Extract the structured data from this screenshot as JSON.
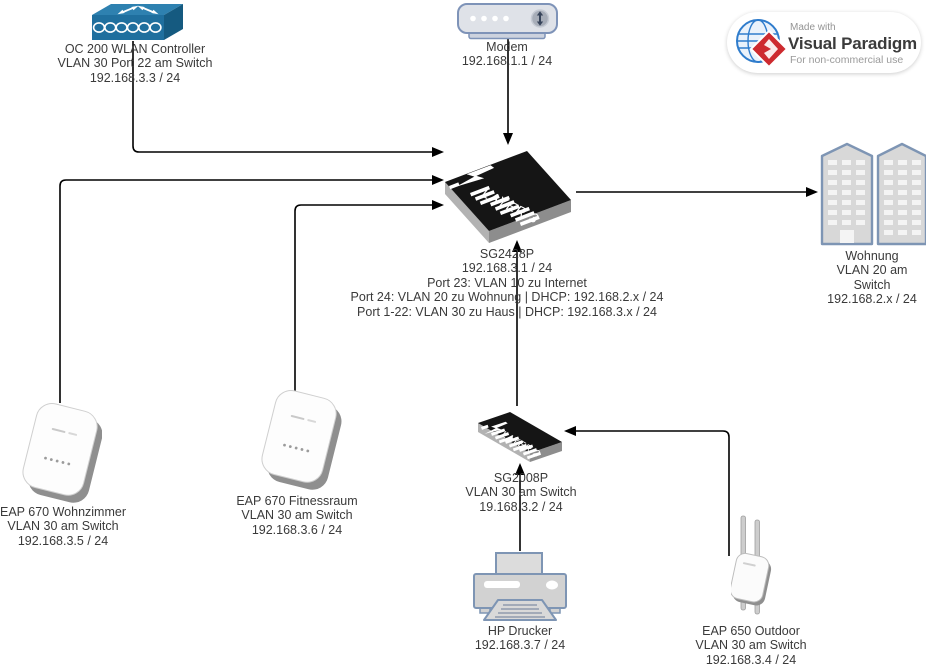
{
  "watermark": {
    "made_with": "Made with",
    "brand": "Visual Paradigm",
    "subtitle": "For non-commercial use"
  },
  "nodes": {
    "oc200": {
      "name": "OC 200 WLAN Controller",
      "lines": [
        "OC 200 WLAN Controller",
        "VLAN 30 Port 22 am Switch",
        "192.168.3.3 / 24"
      ]
    },
    "modem": {
      "name": "Modem",
      "lines": [
        "Modem",
        "192.168.1.1 / 24"
      ]
    },
    "sg2428p": {
      "name": "SG2428P",
      "device_text": "LAYER 3",
      "lines": [
        "SG2428P",
        "192.168.3.1 / 24",
        "Port 23: VLAN 10 zu Internet",
        "Port 24: VLAN 20 zu Wohnung | DHCP: 192.168.2.x / 24",
        "Port 1-22: VLAN 30 zu Haus | DHCP: 192.168.3.x / 24"
      ]
    },
    "wohnung": {
      "name": "Wohnung",
      "lines": [
        "Wohnung",
        "VLAN 20 am",
        "Switch",
        "192.168.2.x / 24"
      ]
    },
    "eap670_wohnzimmer": {
      "name": "EAP 670 Wohnzimmer",
      "lines": [
        "EAP 670 Wohnzimmer",
        "VLAN 30 am Switch",
        "192.168.3.5 / 24"
      ]
    },
    "eap670_fitnessraum": {
      "name": "EAP 670 Fitnessraum",
      "lines": [
        "EAP 670 Fitnessraum",
        "VLAN 30 am Switch",
        "192.168.3.6 / 24"
      ]
    },
    "sg2008p": {
      "name": "SG2008P",
      "device_text": "LAYER 2",
      "lines": [
        "SG2008P",
        "VLAN 30 am Switch",
        "19.168.3.2 / 24"
      ]
    },
    "hp_drucker": {
      "name": "HP Drucker",
      "lines": [
        "HP Drucker",
        "192.168.3.7 / 24"
      ]
    },
    "eap650_outdoor": {
      "name": "EAP 650 Outdoor",
      "lines": [
        "EAP 650 Outdoor",
        "VLAN 30 am Switch",
        "192.168.3.4 / 24"
      ]
    }
  },
  "edges": [
    {
      "from": "OC 200 WLAN Controller",
      "to": "SG2428P"
    },
    {
      "from": "Modem",
      "to": "SG2428P"
    },
    {
      "from": "EAP 670 Wohnzimmer",
      "to": "SG2428P"
    },
    {
      "from": "EAP 670 Fitnessraum",
      "to": "SG2428P"
    },
    {
      "from": "SG2428P",
      "to": "Wohnung"
    },
    {
      "from": "SG2008P",
      "to": "SG2428P"
    },
    {
      "from": "HP Drucker",
      "to": "SG2008P"
    },
    {
      "from": "EAP 650 Outdoor",
      "to": "SG2008P"
    }
  ],
  "colors": {
    "connector": "#000000",
    "switch_body": "#151515",
    "device_outline": "#7e95b4",
    "device_fill": "#d6d6d6",
    "controller_blue": "#1f6f9e",
    "vp_red": "#cd2a2f",
    "vp_blue": "#2f7ccc"
  }
}
